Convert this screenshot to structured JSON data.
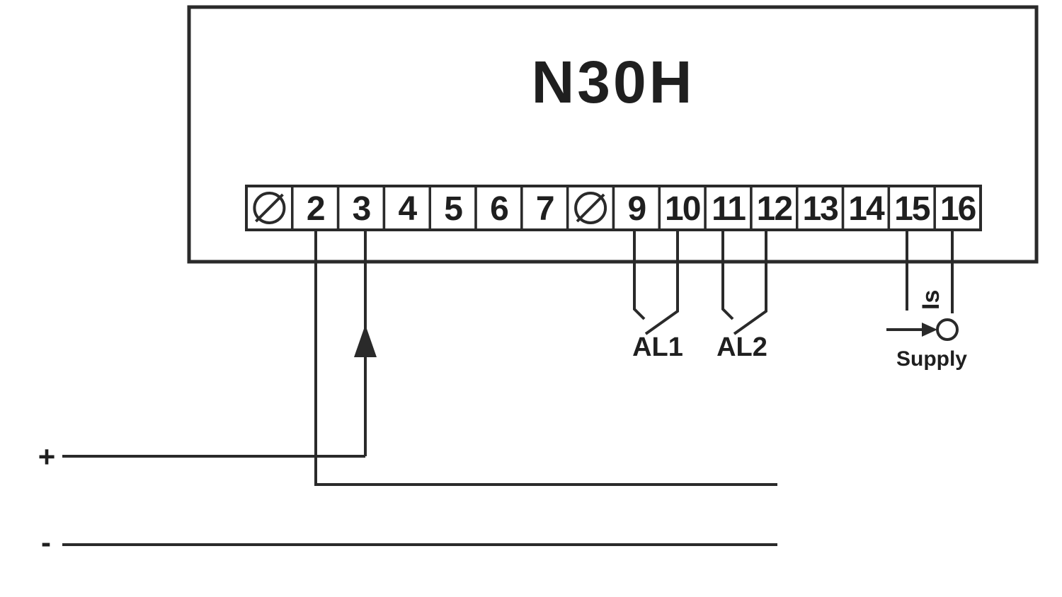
{
  "device": {
    "title": "N30H",
    "terminals": [
      {
        "kind": "screw",
        "label": ""
      },
      {
        "kind": "number",
        "label": "2"
      },
      {
        "kind": "number",
        "label": "3"
      },
      {
        "kind": "number",
        "label": "4"
      },
      {
        "kind": "number",
        "label": "5"
      },
      {
        "kind": "number",
        "label": "6"
      },
      {
        "kind": "number",
        "label": "7"
      },
      {
        "kind": "screw",
        "label": ""
      },
      {
        "kind": "number",
        "label": "9"
      },
      {
        "kind": "number",
        "label": "10"
      },
      {
        "kind": "number",
        "label": "11"
      },
      {
        "kind": "number",
        "label": "12"
      },
      {
        "kind": "number",
        "label": "13"
      },
      {
        "kind": "number",
        "label": "14"
      },
      {
        "kind": "number",
        "label": "15"
      },
      {
        "kind": "number",
        "label": "16"
      }
    ]
  },
  "connections": {
    "alarm1_label": "AL1",
    "alarm2_label": "AL2",
    "supply_label": "Supply",
    "supply_current_label": "Is",
    "plus_label": "+",
    "minus_label": "-"
  },
  "colors": {
    "line": "#2a2a2a",
    "ink": "#1f1f1f",
    "background": "#ffffff"
  }
}
